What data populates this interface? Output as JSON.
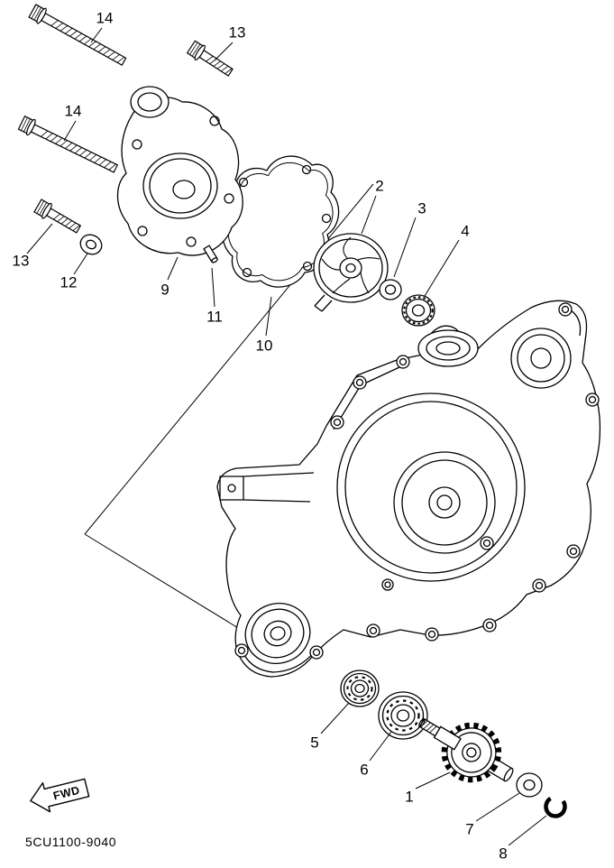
{
  "diagram": {
    "code": "5CU1100-9040",
    "fwd_label": "FWD",
    "callouts": [
      {
        "label": "14"
      },
      {
        "label": "13"
      },
      {
        "label": "14"
      },
      {
        "label": "13"
      },
      {
        "label": "12"
      },
      {
        "label": "9"
      },
      {
        "label": "11"
      },
      {
        "label": "10"
      },
      {
        "label": "2"
      },
      {
        "label": "3"
      },
      {
        "label": "4"
      },
      {
        "label": "5"
      },
      {
        "label": "6"
      },
      {
        "label": "1"
      },
      {
        "label": "7"
      },
      {
        "label": "8"
      }
    ]
  }
}
